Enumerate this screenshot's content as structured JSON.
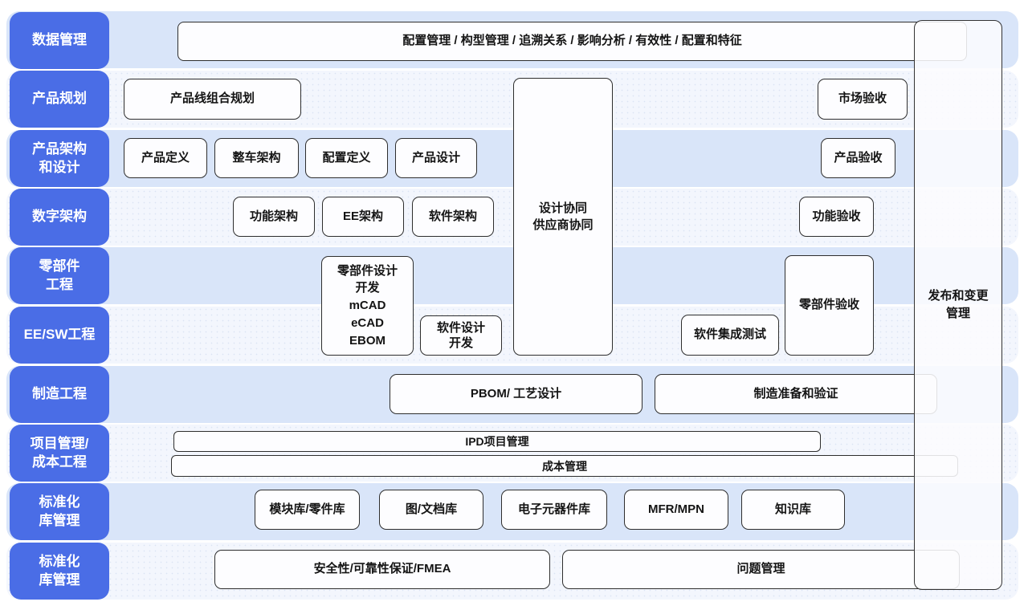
{
  "palette": {
    "sidebar_blue": "#4a6de6",
    "row_strip_blue": "#d9e5f9",
    "row_strip_light": "#f3f6fd",
    "box_border": "#2e2e2e",
    "box_background": "#fdfdff"
  },
  "sidebar": {
    "items": [
      {
        "label": "数据管理"
      },
      {
        "label": "产品规划"
      },
      {
        "label": "产品架构\n和设计"
      },
      {
        "label": "数字架构"
      },
      {
        "label": "零部件\n工程"
      },
      {
        "label": "EE/SW工程"
      },
      {
        "label": "制造工程"
      },
      {
        "label": "项目管理/\n成本工程"
      },
      {
        "label": "标准化\n库管理"
      },
      {
        "label": "标准化\n库管理"
      }
    ]
  },
  "boxes": {
    "config_mgmt": {
      "label": "配置管理 / 构型管理 / 追溯关系 / 影响分析 / 有效性 / 配置和特征"
    },
    "product_line_portfolio": {
      "label": "产品线组合规划"
    },
    "market_acceptance": {
      "label": "市场验收"
    },
    "product_definition": {
      "label": "产品定义"
    },
    "vehicle_architecture": {
      "label": "整车架构"
    },
    "config_definition": {
      "label": "配置定义"
    },
    "product_design": {
      "label": "产品设计"
    },
    "product_acceptance": {
      "label": "产品验收"
    },
    "functional_architecture": {
      "label": "功能架构"
    },
    "ee_architecture": {
      "label": "EE架构"
    },
    "software_architecture": {
      "label": "软件架构"
    },
    "functional_acceptance": {
      "label": "功能验收"
    },
    "parts_design_dev": {
      "label": "零部件设计\n开发\nmCAD\neCAD\nEBOM"
    },
    "software_design_dev": {
      "label": "软件设计\n开发"
    },
    "software_integration_test": {
      "label": "软件集成测试"
    },
    "parts_acceptance": {
      "label": "零部件验收"
    },
    "design_collaboration": {
      "label": "设计协同\n供应商协同"
    },
    "pbom_process_design": {
      "label": "PBOM/ 工艺设计"
    },
    "mfg_prep_verification": {
      "label": "制造准备和验证"
    },
    "ipd_project_mgmt": {
      "label": "IPD项目管理"
    },
    "cost_mgmt": {
      "label": "成本管理"
    },
    "module_parts_library": {
      "label": "模块库/零件库"
    },
    "drawing_doc_library": {
      "label": "图/文档库"
    },
    "electronic_components_library": {
      "label": "电子元器件库"
    },
    "mfr_mpn": {
      "label": "MFR/MPN"
    },
    "knowledge_library": {
      "label": "知识库"
    },
    "safety_reliability_fmea": {
      "label": "安全性/可靠性保证/FMEA"
    },
    "issue_mgmt": {
      "label": "问题管理"
    },
    "release_change_mgmt": {
      "label": "发布和变更\n管理"
    }
  }
}
